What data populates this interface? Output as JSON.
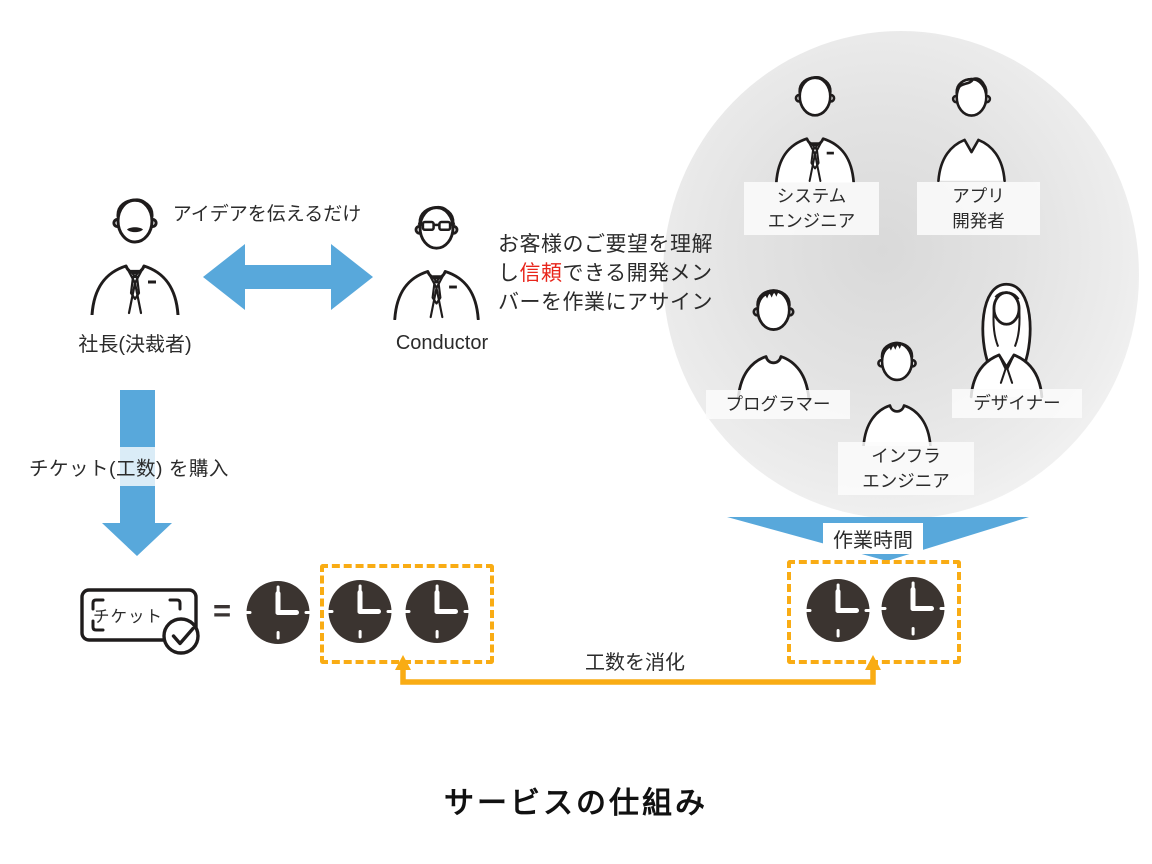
{
  "diagram_title": "サービスの仕組み",
  "colors": {
    "arrow_blue": "#58A8DB",
    "dash_orange": "#F9AC14",
    "clock_dark": "#3B3430",
    "highlight_red": "#E8251B"
  },
  "actors": {
    "president_label": "社長(決裁者)",
    "conductor_label": "Conductor"
  },
  "flows": {
    "idea_label": "アイデアを伝えるだけ",
    "purchase_label": "チケット(工数) を購入",
    "worktime_label": "作業時間",
    "consume_label": "工数を消化"
  },
  "conductor_note": {
    "part1": "お客様のご要望を理解し",
    "highlight": "信頼",
    "part2": "できる開発メンバーを作業にアサイン"
  },
  "ticket": {
    "label": "チケット",
    "equals": "=",
    "check_icon": "checkmark-circle"
  },
  "team": {
    "members": [
      {
        "name": "system-engineer",
        "line1": "システム",
        "line2": "エンジニア"
      },
      {
        "name": "app-developer",
        "line1": "アプリ",
        "line2": "開発者"
      },
      {
        "name": "programmer",
        "line1": "プログラマー"
      },
      {
        "name": "infra-engineer",
        "line1": "インフラ",
        "line2": "エンジニア"
      },
      {
        "name": "designer",
        "line1": "デザイナー"
      }
    ]
  },
  "clocks": {
    "left_total": 3,
    "left_boxed": 2,
    "right_boxed": 2
  }
}
